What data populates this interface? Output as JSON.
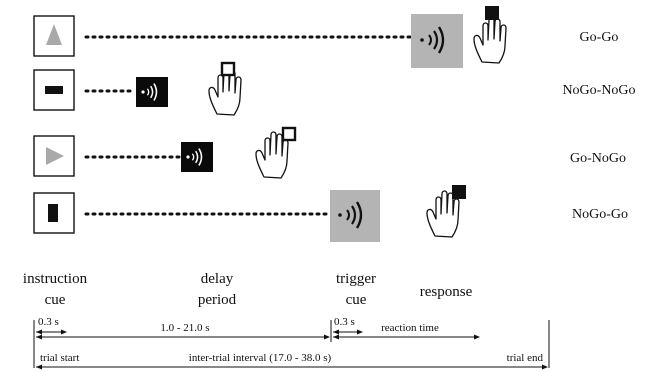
{
  "conditions": [
    {
      "label": "Go-Go",
      "instruction_icon": "triangle-up-icon",
      "trigger_kind": "highlighted-sound",
      "response_icon": "hand-with-filled-square-icon"
    },
    {
      "label": "NoGo-NoGo",
      "instruction_icon": "horizontal-rectangle-icon",
      "trigger_kind": "dark-sound",
      "response_icon": "hand-with-open-square-icon"
    },
    {
      "label": "Go-NoGo",
      "instruction_icon": "triangle-right-icon",
      "trigger_kind": "dark-sound",
      "response_icon": "hand-with-open-square-icon"
    },
    {
      "label": "NoGo-Go",
      "instruction_icon": "vertical-rectangle-icon",
      "trigger_kind": "highlighted-sound",
      "response_icon": "hand-with-filled-square-icon"
    }
  ],
  "phases": {
    "instruction_line1": "instruction",
    "instruction_line2": "cue",
    "delay_line1": "delay",
    "delay_line2": "period",
    "trigger_line1": "trigger",
    "trigger_line2": "cue",
    "response": "response"
  },
  "timeline": {
    "instruction_duration": "0.3 s",
    "delay_duration": "1.0 - 21.0 s",
    "trigger_duration": "0.3 s",
    "reaction_time": "reaction time",
    "trial_start": "trial start",
    "inter_trial_interval": "inter-trial interval (17.0 - 38.0 s)",
    "trial_end": "trial end"
  },
  "colors": {
    "ink": "#111111",
    "icon_grey": "#a9a9a9",
    "sound_highlight_bg": "#b4b4b4",
    "sound_dark_bg": "#0a0a0a"
  }
}
